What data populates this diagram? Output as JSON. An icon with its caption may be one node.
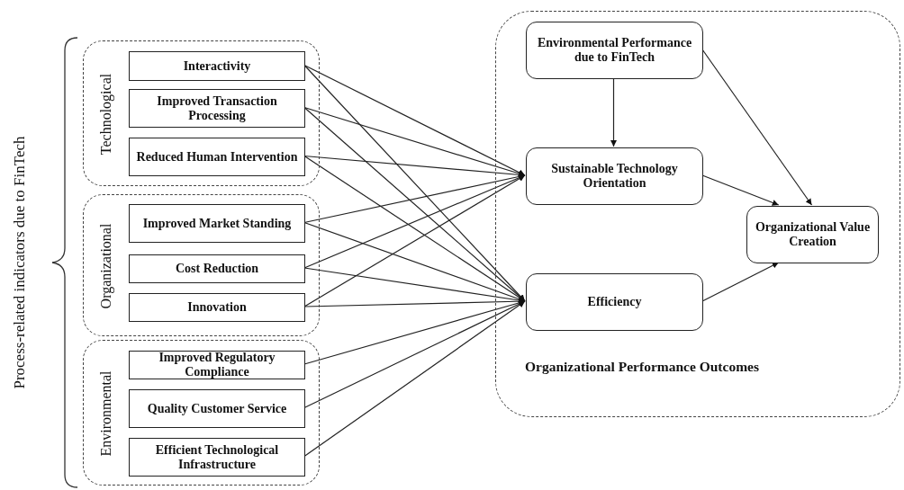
{
  "diagram": {
    "nodes": [
      {
        "text": [
          "Technological"
        ]
      },
      {
        "text": [
          "Interactivity"
        ],
        "in": 0
      },
      {
        "text": [
          "Improved Transaction Processing"
        ],
        "in": 0
      },
      {
        "text": [
          "Reduced Human Intervention"
        ],
        "in": 0
      },
      {
        "text": [
          "Organizational"
        ]
      },
      {
        "text": [
          "Improved Market Standing"
        ],
        "in": 4
      },
      {
        "text": [
          "Cost Reduction"
        ],
        "in": 4
      },
      {
        "text": [
          "Innovation"
        ],
        "in": 4
      },
      {
        "text": [
          "Environmental"
        ]
      },
      {
        "text": [
          "Improved Regulatory Compliance"
        ],
        "in": 8
      },
      {
        "text": [
          "Quality Customer Service"
        ],
        "in": 8
      },
      {
        "text": [
          "Efficient Technological Infrastructure"
        ],
        "in": 8
      },
      {
        "text": [
          "Organizational Performance Outcomes"
        ]
      },
      {
        "text": [
          "Environmental Performance due to FinTech"
        ],
        "in": 12
      },
      {
        "text": [
          "Sustainable Technology Orientation"
        ],
        "in": 12
      },
      {
        "text": [
          "Efficiency"
        ],
        "in": 12
      },
      {
        "text": [
          "Organizational Value Creation"
        ],
        "in": 12
      }
    ],
    "edges": [
      {
        "from": 1,
        "to": 14,
        "arrow": "to"
      },
      {
        "from": 1,
        "to": 15,
        "arrow": "to"
      },
      {
        "from": 2,
        "to": 14,
        "arrow": "to"
      },
      {
        "from": 2,
        "to": 15,
        "arrow": "to"
      },
      {
        "from": 3,
        "to": 14,
        "arrow": "to"
      },
      {
        "from": 3,
        "to": 15,
        "arrow": "to"
      },
      {
        "from": 5,
        "to": 14,
        "arrow": "to"
      },
      {
        "from": 5,
        "to": 15,
        "arrow": "to"
      },
      {
        "from": 6,
        "to": 14,
        "arrow": "to"
      },
      {
        "from": 6,
        "to": 15,
        "arrow": "to"
      },
      {
        "from": 7,
        "to": 14,
        "arrow": "to"
      },
      {
        "from": 7,
        "to": 15,
        "arrow": "to"
      },
      {
        "from": 9,
        "to": 15,
        "arrow": "to"
      },
      {
        "from": 10,
        "to": 15,
        "arrow": "to"
      },
      {
        "from": 11,
        "to": 15,
        "arrow": "to"
      },
      {
        "from": 13,
        "to": 14,
        "arrow": "to"
      },
      {
        "from": 13,
        "to": 16,
        "arrow": "to"
      },
      {
        "from": 14,
        "to": 16,
        "arrow": "to"
      },
      {
        "from": 15,
        "to": 16,
        "arrow": "to"
      }
    ],
    "labels": [
      "Process-related indicators due to FinTech"
    ]
  }
}
